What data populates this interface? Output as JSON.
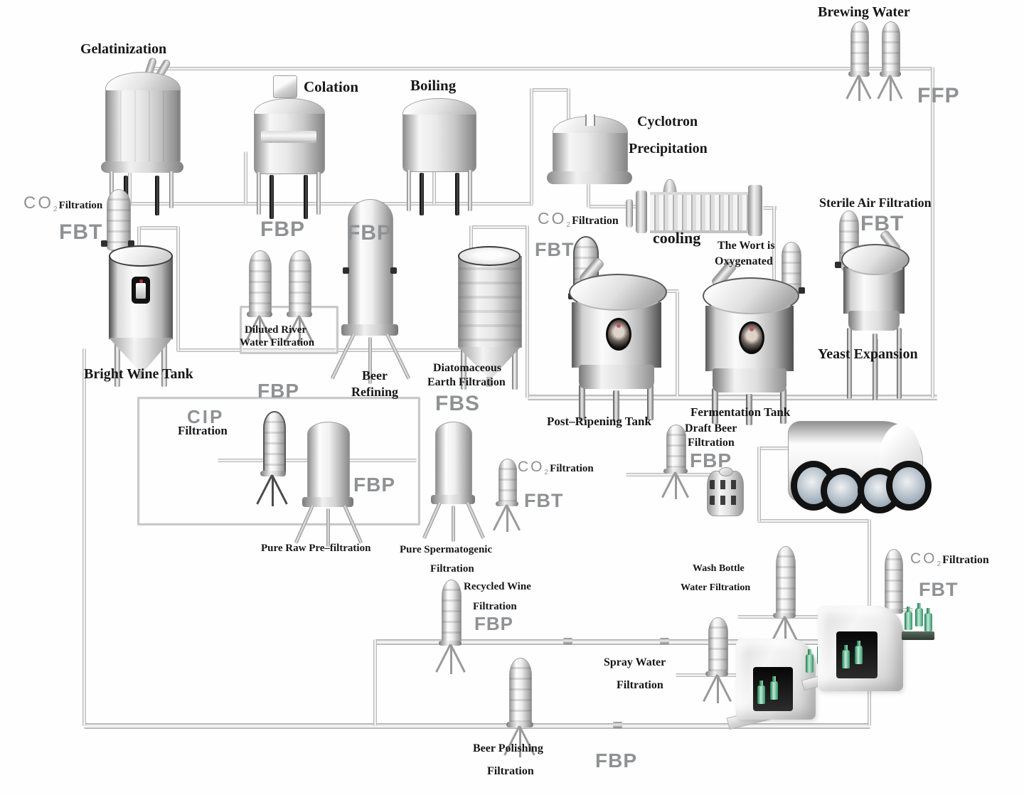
{
  "colors": {
    "background": "#fefefe",
    "label_text": "#171717",
    "code_gray": "#8f9193",
    "pipe_gray": "#c9c9c9",
    "bottle_green": "#2f9465",
    "sightglass_red": "#c04a63"
  },
  "stations": {
    "gelatinization": {
      "label": "Gelatinization"
    },
    "colation": {
      "label": "Colation"
    },
    "boiling": {
      "label": "Boiling"
    },
    "brewing_water": {
      "label": "Brewing Water",
      "code": "FFP"
    },
    "cyclotron": {
      "line1": "Cyclotron",
      "line2": "Precipitation"
    },
    "co2_filter_top": {
      "gas": "CO",
      "gas_sub": "2",
      "label": "Filtration",
      "code": "FBT"
    },
    "bright_wine_tank": {
      "label": "Bright Wine Tank"
    },
    "diluted_river": {
      "line1": "Diluted River",
      "line2": "Water Filtration",
      "code_left": "FBP",
      "code_right": "FBP"
    },
    "beer_refining": {
      "line1": "Beer",
      "line2": "Refining"
    },
    "diatomaceous": {
      "line1": "Diatomaceous",
      "line2": "Earth Filtration",
      "code": "FBS"
    },
    "co2_filter_mid": {
      "gas": "CO",
      "gas_sub": "2",
      "label": "Filtration",
      "code": "FBT"
    },
    "cooling": {
      "label": "cooling"
    },
    "wort": {
      "line1": "The Wort is",
      "line2": "Oxygenated"
    },
    "sterile_air": {
      "label": "Sterile Air Filtration",
      "code": "FBT"
    },
    "yeast_expansion": {
      "label": "Yeast Expansion"
    },
    "post_ripening": {
      "label": "Post–Ripening Tank"
    },
    "fermentation": {
      "label": "Fermentation Tank"
    },
    "draft_beer": {
      "line1": "Draft Beer",
      "line2": "Filtration",
      "code": "FBP"
    },
    "cip": {
      "code": "CIP",
      "label": "Filtration",
      "fbp": "FBP"
    },
    "pure_raw": {
      "label": "Pure Raw Pre–filtration",
      "code": "FBP"
    },
    "pure_spermatogenic": {
      "line1": "Pure Spermatogenic",
      "line2": "Filtration"
    },
    "co2_filter_low": {
      "gas": "CO",
      "gas_sub": "2",
      "label": "Filtration",
      "code": "FBT"
    },
    "recycled_wine": {
      "line1": "Recycled Wine",
      "line2": "Filtration",
      "code": "FBP"
    },
    "wash_bottle": {
      "line1": "Wash Bottle",
      "line2": "Water Filtration"
    },
    "spray_water": {
      "line1": "Spray Water",
      "line2": "Filtration"
    },
    "co2_filter_bottling": {
      "gas": "CO",
      "gas_sub": "2",
      "label": "Filtration",
      "code": "FBT"
    },
    "beer_polishing": {
      "line1": "Beer Polishing",
      "line2": "Filtration",
      "code": "FBP"
    }
  }
}
